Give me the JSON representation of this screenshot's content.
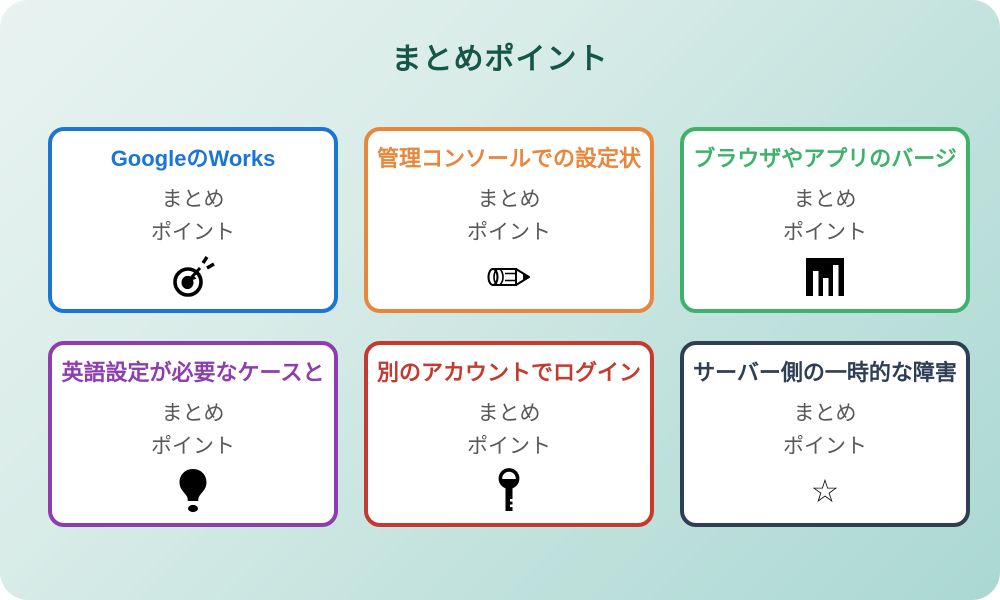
{
  "page": {
    "title": "まとめポイント",
    "title_color": "#155647",
    "background_gradient": [
      "#e8f3f1",
      "#abd8d2"
    ],
    "card_background": "#ffffff",
    "subtitle_text_color": "#595959"
  },
  "card_subtitle": {
    "line1": "まとめ",
    "line2": "ポイント"
  },
  "cards": [
    {
      "title": "GoogleのWorks",
      "color": "#1b75d6",
      "icon": "target-icon"
    },
    {
      "title": "管理コンソールでの設定状",
      "color": "#e8863c",
      "icon": "pencil-icon"
    },
    {
      "title": "ブラウザやアプリのバージ",
      "color": "#3eb26a",
      "icon": "bar-chart-icon"
    },
    {
      "title": "英語設定が必要なケースと",
      "color": "#8e3daf",
      "icon": "lightbulb-icon"
    },
    {
      "title": "別のアカウントでログイン",
      "color": "#c43a2f",
      "icon": "key-icon"
    },
    {
      "title": "サーバー側の一時的な障害",
      "color": "#2f3e54",
      "icon": "star-icon"
    }
  ]
}
